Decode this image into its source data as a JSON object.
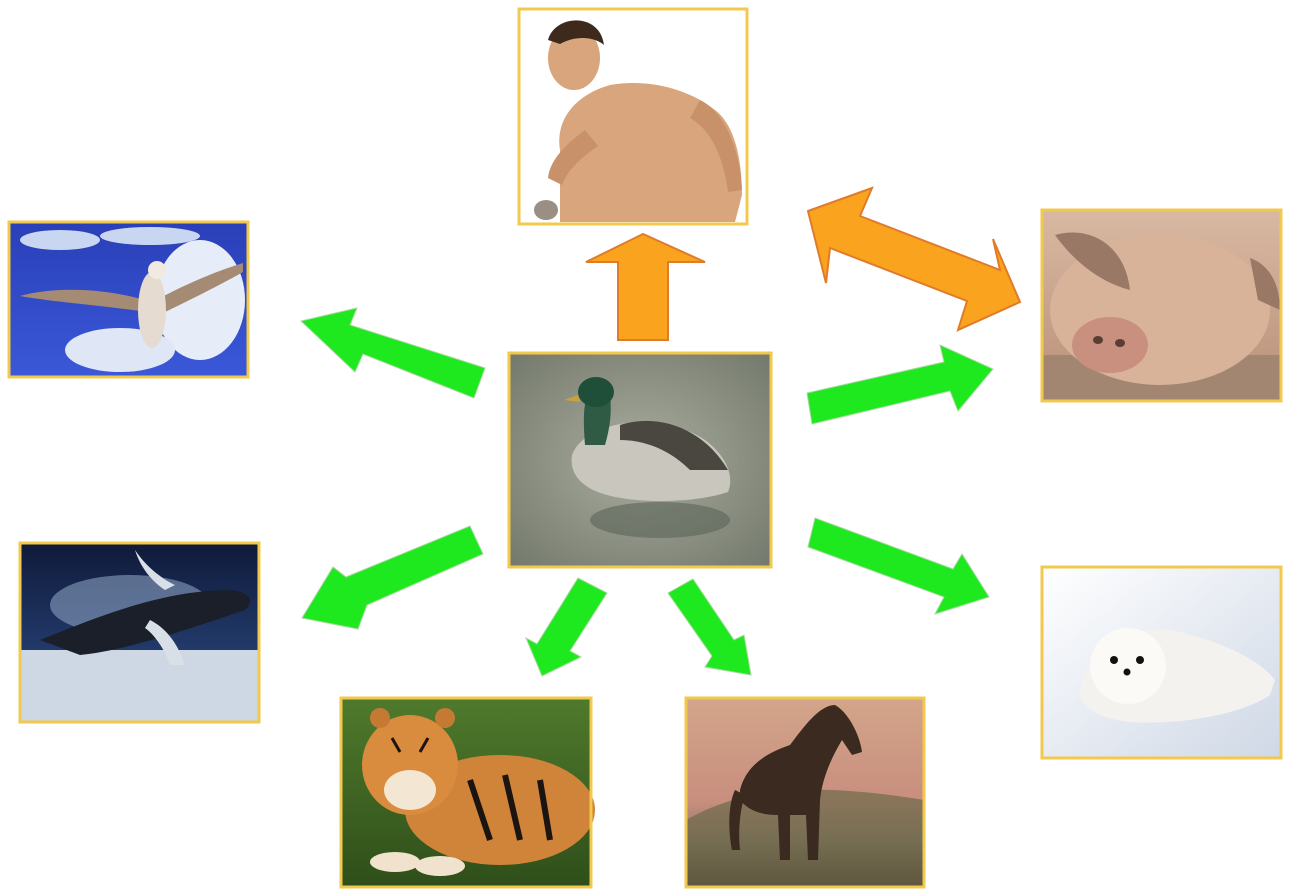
{
  "colors": {
    "frame": "#f2c94c",
    "arrow_green": "#1ee81e",
    "arrow_orange": "#f9a31e",
    "arrow_orange_stroke": "#e07b2a"
  },
  "nodes": [
    {
      "id": "duck",
      "picture": "mallard-duck-on-water"
    },
    {
      "id": "man",
      "picture": "running-man"
    },
    {
      "id": "bird",
      "picture": "seagull-flying-in-sky"
    },
    {
      "id": "pig",
      "picture": "pig-in-water"
    },
    {
      "id": "whale",
      "picture": "humpback-whale-breaching"
    },
    {
      "id": "seal",
      "picture": "harp-seal-pup-on-snow"
    },
    {
      "id": "tiger",
      "picture": "tiger-in-grass"
    },
    {
      "id": "horse",
      "picture": "horse-silhouette-at-sunset"
    }
  ],
  "edges": [
    {
      "from": "duck",
      "to": "man",
      "style": "orange",
      "direction": "one-way"
    },
    {
      "from": "man",
      "to": "pig",
      "style": "orange",
      "direction": "two-way"
    },
    {
      "from": "duck",
      "to": "bird",
      "style": "green",
      "direction": "one-way"
    },
    {
      "from": "duck",
      "to": "pig",
      "style": "green",
      "direction": "one-way"
    },
    {
      "from": "duck",
      "to": "whale",
      "style": "green",
      "direction": "one-way"
    },
    {
      "from": "duck",
      "to": "seal",
      "style": "green",
      "direction": "one-way"
    },
    {
      "from": "duck",
      "to": "tiger",
      "style": "green",
      "direction": "one-way"
    },
    {
      "from": "duck",
      "to": "horse",
      "style": "green",
      "direction": "one-way"
    }
  ]
}
